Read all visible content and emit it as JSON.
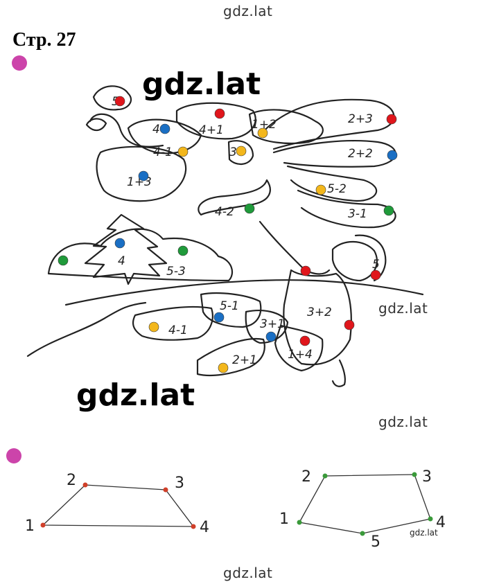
{
  "watermark": "gdz.lat",
  "page_title": "Стр. 27",
  "colors": {
    "bullet": "#cc44aa",
    "red": "#e0161c",
    "blue": "#1a6fc4",
    "yellow": "#f3b71c",
    "green": "#1f9a3a",
    "ink": "#222222"
  },
  "picture": {
    "labels": {
      "crown": "5",
      "wing_top": "4+1",
      "neck": "4",
      "wing_left": "4-1",
      "body": "1+3",
      "wing_tip": "1+2",
      "tail_small": "3",
      "feather1": "2+3",
      "feather2": "2+2",
      "feather3": "5-2",
      "feather4": "4-2",
      "feather5": "3-1",
      "tree": "4",
      "bush": "5-3",
      "hat": "5",
      "jacket": "3+2",
      "leg_left": "4-1",
      "knee": "5-1",
      "leg_mid": "3+1",
      "leg_bottom": "2+1",
      "coat_bottom": "1+4"
    }
  },
  "shapes": {
    "left": {
      "points": [
        "1",
        "2",
        "3",
        "4"
      ]
    },
    "right": {
      "points": [
        "1",
        "2",
        "3",
        "4",
        "5"
      ]
    }
  }
}
